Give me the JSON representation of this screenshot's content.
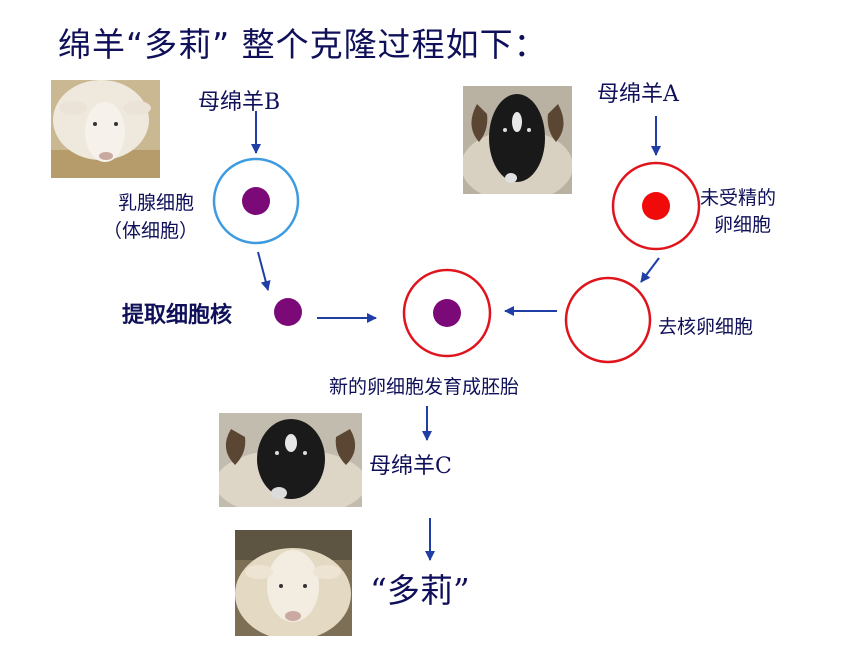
{
  "title": "绵羊“多莉” 整个克隆过程如下：",
  "labels": {
    "sheep_b": "母绵羊B",
    "sheep_a": "母绵羊A",
    "sheep_c": "母绵羊C",
    "mammary_cell_line1": "乳腺细胞",
    "mammary_cell_line2": "（体细胞）",
    "unfertilized_egg_line1": "未受精的",
    "unfertilized_egg_line2": "卵细胞",
    "extract_nucleus": "提取细胞核",
    "enucleated_egg": "去核卵细胞",
    "new_egg_develops": "新的卵细胞发育成胚胎",
    "dolly": "“多莉”"
  },
  "colors": {
    "title": "#10105a",
    "arrow": "#1f3fa6",
    "cell_blue": "#3f9be0",
    "cell_red": "#e0141c",
    "nucleus_purple": "#7b0a78",
    "nucleus_red": "#f00a0a"
  }
}
